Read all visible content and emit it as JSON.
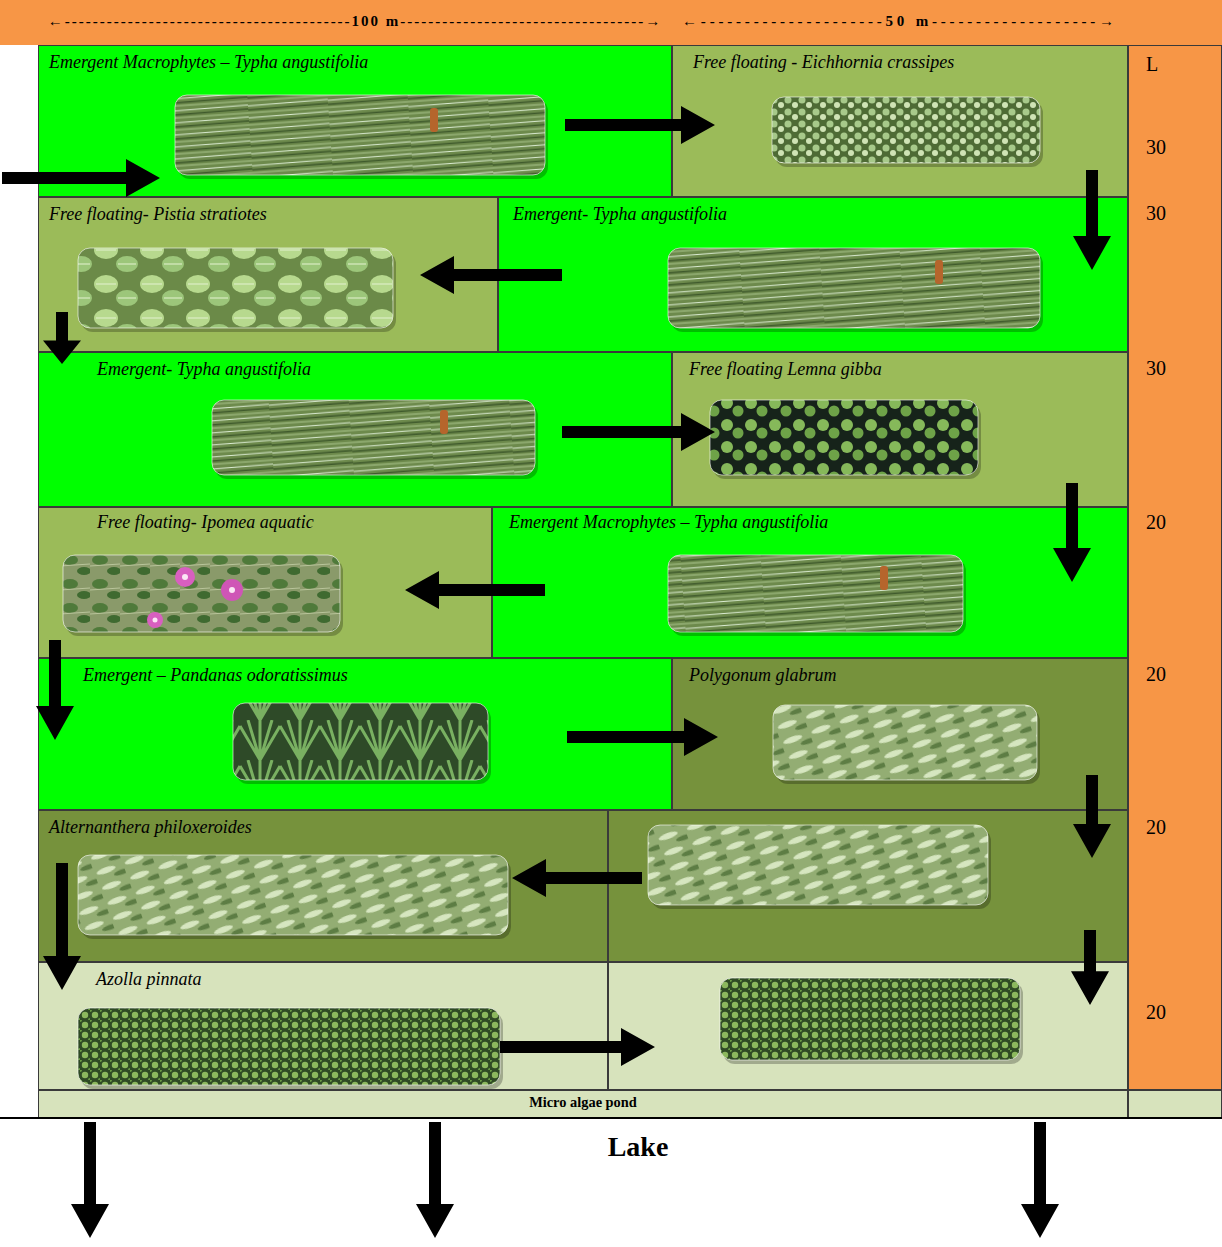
{
  "diagram": {
    "nodes": [
      {
        "text": [
          "Emergent Macrophytes – Typha angustifolia"
        ]
      },
      {
        "text": [
          "Free floating - Eichhornia crassipes"
        ]
      },
      {
        "text": [
          "Free floating- Pistia stratiotes"
        ]
      },
      {
        "text": [
          "Emergent- Typha angustifolia"
        ]
      },
      {
        "text": [
          "Emergent- Typha angustifolia"
        ]
      },
      {
        "text": [
          "Free floating Lemna gibba"
        ]
      },
      {
        "text": [
          "Free floating- Ipomea aquatic"
        ]
      },
      {
        "text": [
          "Emergent Macrophytes – Typha angustifolia"
        ]
      },
      {
        "text": [
          "Emergent – Pandanas odoratissimus"
        ]
      },
      {
        "text": [
          "Polygonum glabrum"
        ]
      },
      {
        "text": [
          "Alternanthera philoxeroides"
        ]
      },
      {
        "text": [
          "Azolla pinnata"
        ]
      },
      {
        "text": [
          "Micro algae pond"
        ]
      }
    ],
    "edges": [
      {
        "from": 0,
        "to": 1,
        "arrow": "to"
      },
      {
        "from": 1,
        "to": 3,
        "arrow": "to"
      },
      {
        "from": 3,
        "to": 2,
        "arrow": "to"
      },
      {
        "from": 2,
        "to": 4,
        "arrow": "to"
      },
      {
        "from": 4,
        "to": 5,
        "arrow": "to"
      },
      {
        "from": 5,
        "to": 7,
        "arrow": "to"
      },
      {
        "from": 7,
        "to": 6,
        "arrow": "to"
      },
      {
        "from": 6,
        "to": 8,
        "arrow": "to"
      },
      {
        "from": 8,
        "to": 9,
        "arrow": "to"
      },
      {
        "from": 10,
        "to": 11,
        "arrow": "to"
      }
    ],
    "labels": [
      "←-----------------------------------------100 m-----------------------------------→",
      "←---------------------50 m-------------------→",
      "L",
      "30",
      "30",
      "30",
      "20",
      "20",
      "20",
      "20",
      "Lake"
    ]
  }
}
